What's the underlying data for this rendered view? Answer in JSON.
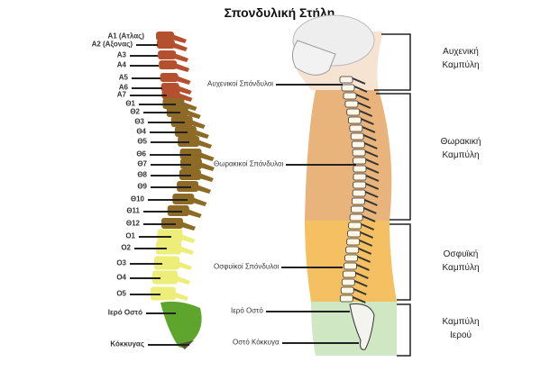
{
  "title": "Σπονδυλική Στήλη",
  "left_spine_labels": [
    "A1 (Ατλας)",
    "A2 (Αξονας)",
    "A3",
    "A4",
    "A5",
    "A6",
    "A7",
    "Θ1",
    "Θ2",
    "Θ3",
    "Θ4",
    "Θ5",
    "Θ6",
    "Θ7",
    "Θ8",
    "Θ9",
    "Θ10",
    "Θ11",
    "Θ12",
    "O1",
    "O2",
    "O3",
    "O4",
    "O5",
    "Ιερό Οστό",
    "Κόκκυγας"
  ],
  "side_labels": [
    "Αυχενικοί Σπόνδυλοι",
    "Θωρακικοί Σπόνδυλοι",
    "Οσφυϊκοί Σπόνδυλοι",
    "Ιερό Οστό",
    "Οστό Κόκκυγα"
  ],
  "curves": [
    {
      "line1": "Αυχενική",
      "line2": "Καμπύλη"
    },
    {
      "line1": "Θωρακική",
      "line2": "Καμπύλη"
    },
    {
      "line1": "Οσφυϊκή",
      "line2": "Καμπύλη"
    },
    {
      "line1": "Καμπύλη",
      "line2": "Ιερού"
    }
  ],
  "colors": {
    "cervical": "#b5502e",
    "thoracic": "#8d6a25",
    "lumbar": "#eded7a",
    "sacral": "#5ea52e",
    "body_thoracic": "#e9b47c",
    "body_lumbar": "#f5c062",
    "body_sacral": "#cfe7c3",
    "body_neck": "#f6e3d2"
  }
}
